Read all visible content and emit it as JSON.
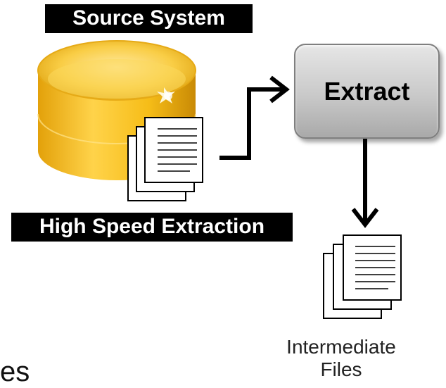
{
  "labels": {
    "source_system": "Source System",
    "high_speed_extraction": "High Speed Extraction",
    "extract": "Extract",
    "intermediate_line1": "Intermediate",
    "intermediate_line2": "Files",
    "clipped_fragment": "es"
  },
  "colors": {
    "label_bg": "#000000",
    "label_fg": "#ffffff",
    "database_gold": "#f2b80f",
    "extract_box": "#c9c9c9"
  },
  "icons": [
    "database-icon",
    "document-stack-icon",
    "arrow-icon"
  ]
}
